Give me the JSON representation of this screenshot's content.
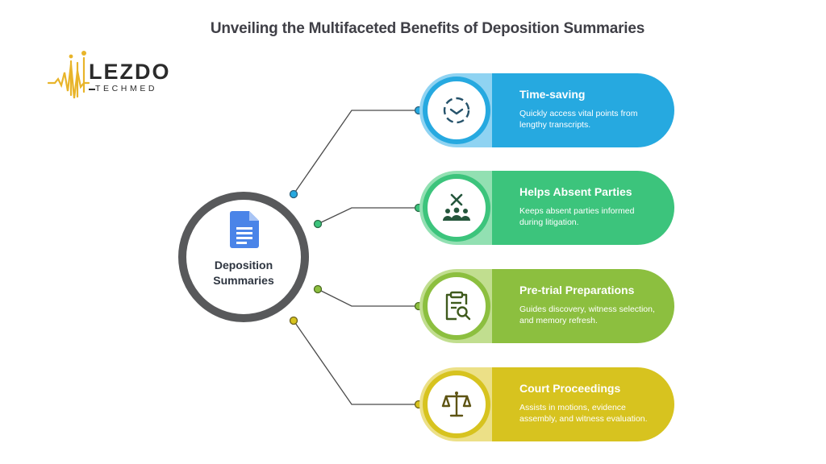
{
  "title": "Unveiling the Multifaceted Benefits of Deposition Summaries",
  "logo": {
    "name": "LEZDO",
    "tagline": "TECHMED",
    "colors": {
      "gold": "#e8b42a",
      "text": "#2b2b2b"
    }
  },
  "hub": {
    "icon": "document-icon",
    "label_line1": "Deposition",
    "label_line2": "Summaries",
    "ring_color": "#58595b"
  },
  "benefits": [
    {
      "title": "Time-saving",
      "description": "Quickly access vital points from lengthy transcripts.",
      "icon": "clock-dashed-icon",
      "color_dark": "#26a9e0",
      "color_light": "#8fd3f2"
    },
    {
      "title": "Helps Absent Parties",
      "description": "Keeps absent parties informed during litigation.",
      "icon": "absent-people-icon",
      "color_dark": "#3cc47c",
      "color_light": "#92e0b2"
    },
    {
      "title": "Pre-trial Preparations",
      "description": "Guides discovery, witness selection, and memory refresh.",
      "icon": "clipboard-search-icon",
      "color_dark": "#8cbf3f",
      "color_light": "#c1de8f"
    },
    {
      "title": "Court Proceedings",
      "description": "Assists in motions, evidence assembly, and witness evaluation.",
      "icon": "scales-icon",
      "color_dark": "#d7c31f",
      "color_light": "#ece087"
    }
  ]
}
